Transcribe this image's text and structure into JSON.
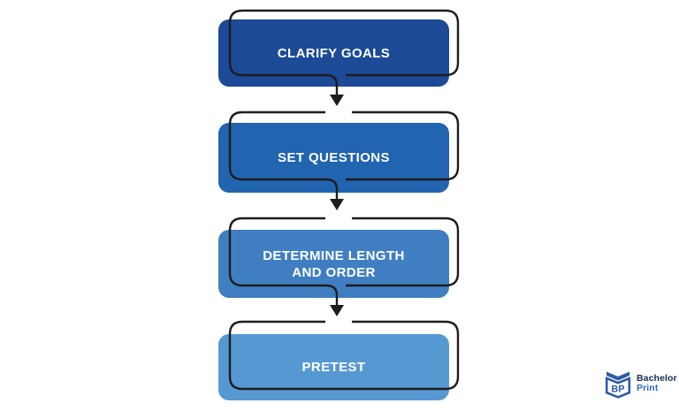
{
  "flowchart": {
    "connector_color": "#1d1d1d",
    "text_color": "#ffffff",
    "steps": [
      {
        "label": "CLARIFY GOALS",
        "color": "#1c4a97"
      },
      {
        "label": "SET QUESTIONS",
        "color": "#2164b0"
      },
      {
        "label": "DETERMINE LENGTH AND ORDER",
        "color": "#3f7fc1"
      },
      {
        "label": "PRETEST",
        "color": "#5699d2"
      }
    ]
  },
  "logo": {
    "icon": "open-book-icon",
    "icon_color": "#2e5ca5",
    "monogram": "BP",
    "name_top": "Bachelor",
    "name_bottom": "Print",
    "name_top_color": "#16294d",
    "name_bottom_color": "#2e6cb5"
  }
}
